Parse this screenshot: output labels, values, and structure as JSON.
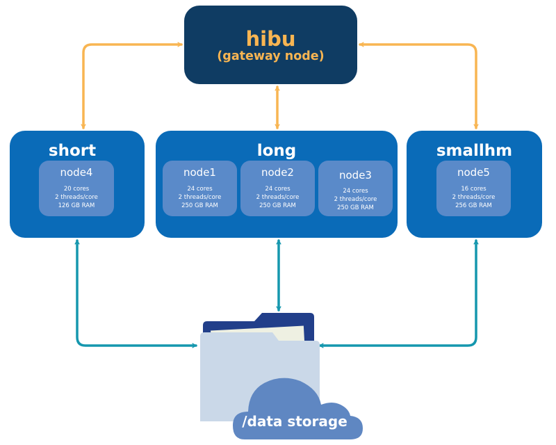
{
  "gateway": {
    "name": "hibu",
    "subtitle": "(gateway node)"
  },
  "partitions": [
    {
      "name": "short",
      "nodes": [
        {
          "name": "node4",
          "cores": "20 cores",
          "threads": "2 threads/core",
          "ram": "126 GB RAM"
        }
      ]
    },
    {
      "name": "long",
      "nodes": [
        {
          "name": "node1",
          "cores": "24 cores",
          "threads": "2 threads/core",
          "ram": "250 GB RAM"
        },
        {
          "name": "node2",
          "cores": "24 cores",
          "threads": "2 threads/core",
          "ram": "250 GB RAM"
        },
        {
          "name": "node3",
          "cores": "24 cores",
          "threads": "2 threads/core",
          "ram": "250 GB RAM"
        }
      ]
    },
    {
      "name": "smallhm",
      "nodes": [
        {
          "name": "node5",
          "cores": "16 cores",
          "threads": "2 threads/core",
          "ram": "256 GB RAM"
        }
      ]
    }
  ],
  "storage": {
    "label": "/data storage",
    "icon": "folder-cloud-icon"
  },
  "colors": {
    "gateway_bg": "#0f3c63",
    "gateway_text": "#f8b552",
    "partition_bg": "#0a6bb8",
    "node_bg": "#5a8ac9",
    "gateway_link": "#f8b552",
    "storage_link": "#1597ae",
    "folder_back": "#223f8a",
    "folder_front": "#cad8e8",
    "folder_paper": "#eef0e2",
    "cloud": "#5f87c2"
  }
}
